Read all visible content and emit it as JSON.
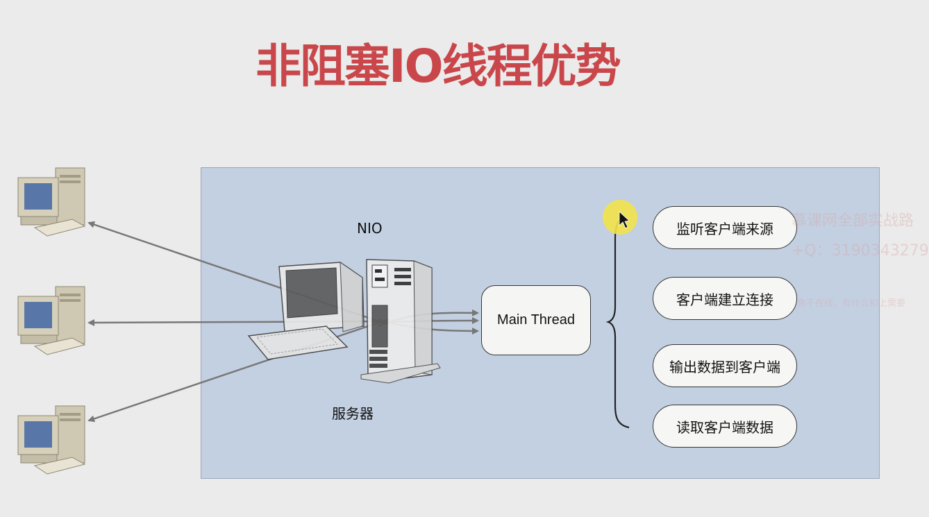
{
  "slide": {
    "title": "非阻塞IO线程优势",
    "title_color": "#c9474b",
    "panel_color": "#c3d0e2"
  },
  "diagram": {
    "nio_label": "NIO",
    "server_label": "服务器",
    "main_thread_label": "Main Thread",
    "clients": [
      {
        "name": "client-computer-1",
        "icon": "desktop-computer-icon"
      },
      {
        "name": "client-computer-2",
        "icon": "desktop-computer-icon"
      },
      {
        "name": "client-computer-3",
        "icon": "desktop-computer-icon"
      }
    ],
    "server_icon": "server-workstation-icon",
    "tasks": [
      {
        "label": "监听客户端来源"
      },
      {
        "label": "客户端建立连接"
      },
      {
        "label": "输出数据到客户端"
      },
      {
        "label": "读取客户端数据"
      }
    ]
  },
  "watermark": {
    "line1": "慕课网全部实战路",
    "line2": "+Q：3190343279",
    "line3": "鱼不在线，有什么扣上需要"
  },
  "cursor": {
    "icon": "mouse-pointer-icon",
    "highlight_color": "#f2e24a"
  }
}
